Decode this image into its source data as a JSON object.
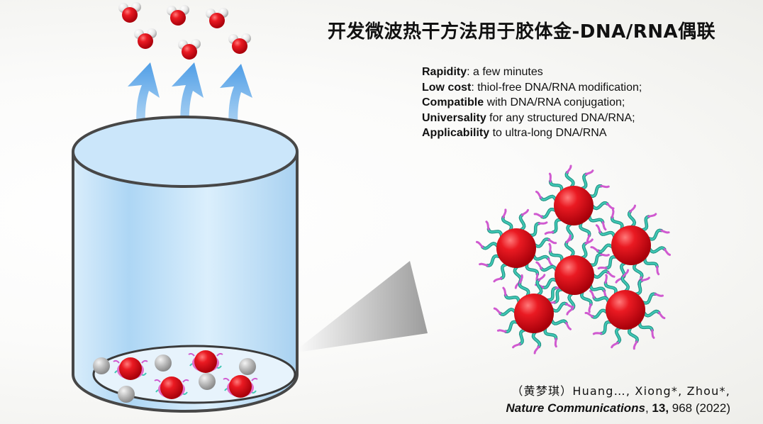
{
  "title": "开发微波热干方法用于胶体金-DNA/RNA偶联",
  "features": [
    {
      "term": "Rapidity",
      "text": ": a few minutes"
    },
    {
      "term": "Low cost",
      "text": ": thiol-free DNA/RNA modification;"
    },
    {
      "term": "Compatible",
      "text": " with DNA/RNA conjugation;"
    },
    {
      "term": "Universality",
      "text": " for any structured DNA/RNA;"
    },
    {
      "term": "Applicability",
      "text": " to ultra-long DNA/RNA"
    }
  ],
  "citation": {
    "authors": "（黄梦琪）Huang…, Xiong*, Zhou*,",
    "journal": "Nature Communications",
    "separator": ", ",
    "volume": "13,",
    "pages_year": " 968 (2022)"
  },
  "colors": {
    "gold_nanoparticle": "#e8101c",
    "dna_strand": "#3fc7b4",
    "dna_tip": "#d05ad0",
    "silver_particle": "#b9b9b9",
    "water_arrow": "#5aa6e6",
    "beaker_fill": "#bfe0f7",
    "beaker_rim": "#444444",
    "oxygen": "#e01616"
  },
  "icons": [
    "water-molecule-icon",
    "vapor-arrow-icon",
    "beaker-icon",
    "nanoparticle-cluster-icon"
  ]
}
